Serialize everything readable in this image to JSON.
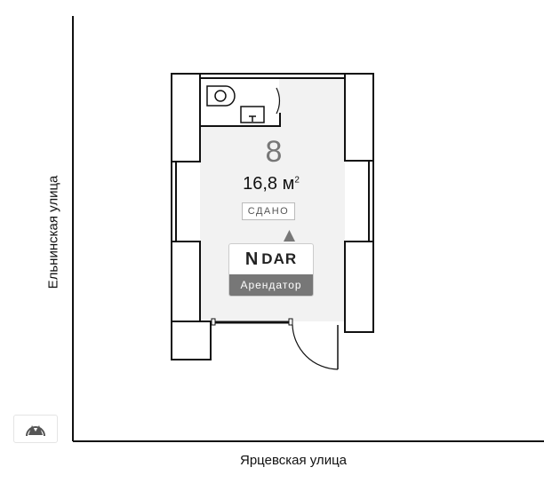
{
  "unit": {
    "number": "8",
    "area": "16,8 м",
    "area_sup": "2",
    "status": "СДАНО"
  },
  "tenant_card": {
    "logo_text": "DAR",
    "label": "Арендатор"
  },
  "streets": {
    "left": "Ельнинская улица",
    "bottom": "Ярцевская улица"
  },
  "icons": {
    "metro": "metro-icon",
    "direction": "triangle-up-icon"
  },
  "colors": {
    "room_fill": "#f2f2f2",
    "wall": "#111111",
    "card_footer": "#777777"
  }
}
